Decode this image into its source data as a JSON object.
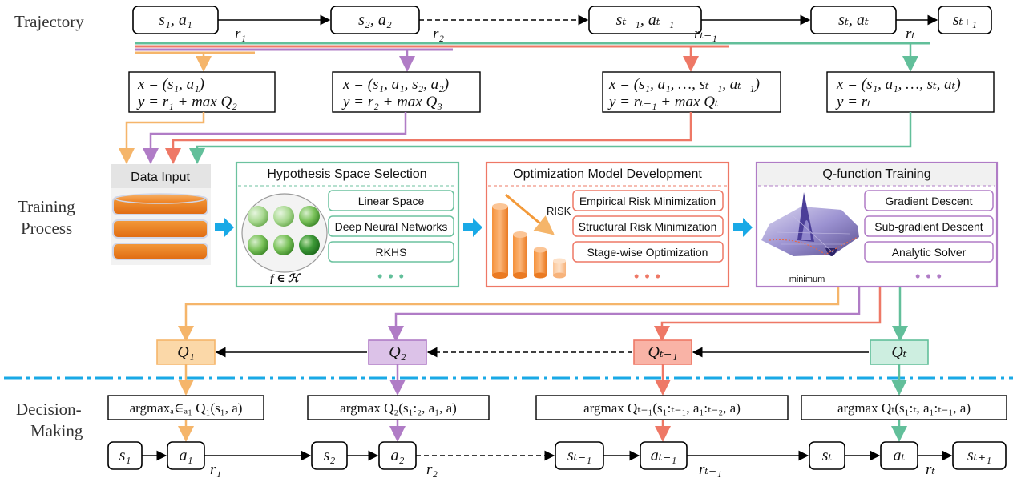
{
  "row_labels": {
    "trajectory": "Trajectory",
    "training": [
      "Training",
      "Process"
    ],
    "decision": [
      "Decision-",
      "Making"
    ]
  },
  "trajectory": {
    "nodes": [
      "s₁, a₁",
      "s₂, a₂",
      "sₜ₋₁, aₜ₋₁",
      "sₜ, aₜ",
      "sₜ₊₁"
    ],
    "rewards": [
      "r₁",
      "r₂",
      "rₜ₋₁",
      "rₜ"
    ]
  },
  "datasets": [
    {
      "x": "x = (s₁, a₁)",
      "y": "y = r₁ + max Q₂"
    },
    {
      "x": "x = (s₁, a₁, s₂, a₂)",
      "y": "y = r₂ + max Q₃"
    },
    {
      "x": "x = (s₁, a₁, …, sₜ₋₁, aₜ₋₁)",
      "y": "y = rₜ₋₁ + max Qₜ"
    },
    {
      "x": "x = (s₁, a₁, …, sₜ, aₜ)",
      "y": "y = rₜ"
    }
  ],
  "data_input": {
    "title": "Data Input"
  },
  "hypothesis": {
    "title": "Hypothesis Space Selection",
    "options": [
      "Linear Space",
      "Deep Neural Networks",
      "RKHS"
    ],
    "caption": "f ∈ ℋ",
    "more": "• • •"
  },
  "optimization": {
    "title": "Optimization Model Development",
    "risk_label": "RISK",
    "options": [
      "Empirical Risk Minimization",
      "Structural Risk Minimization",
      "Stage-wise Optimization"
    ],
    "more": "• • •"
  },
  "qtraining": {
    "title": "Q-function Training",
    "minimum_label": "minimum",
    "options": [
      "Gradient Descent",
      "Sub-gradient Descent",
      "Analytic Solver"
    ],
    "more": "• • •"
  },
  "q_boxes": [
    "Q₁",
    "Q₂",
    "Qₜ₋₁",
    "Qₜ"
  ],
  "argmax": [
    "argmaxₐ∈ₐ₁ Q₁(s₁, a)",
    "argmax Q₂(s₁:₂, a₁, a)",
    "argmax Qₜ₋₁(s₁:ₜ₋₁, a₁:ₜ₋₂, a)",
    "argmax Qₜ(s₁:ₜ, a₁:ₜ₋₁, a)"
  ],
  "decision_nodes": [
    "s₁",
    "a₁",
    "s₂",
    "a₂",
    "sₜ₋₁",
    "aₜ₋₁",
    "sₜ",
    "aₜ",
    "sₜ₊₁"
  ],
  "decision_rewards": [
    "r₁",
    "r₂",
    "rₜ₋₁",
    "rₜ"
  ],
  "colors": {
    "orange": "#f5b56a",
    "purple": "#b07cc6",
    "red": "#ee7866",
    "green": "#62bf9a",
    "blue": "#19a9e6",
    "hyp_border": "#6cc29f",
    "opt_border": "#ee7866",
    "q_border": "#b07cc6"
  }
}
